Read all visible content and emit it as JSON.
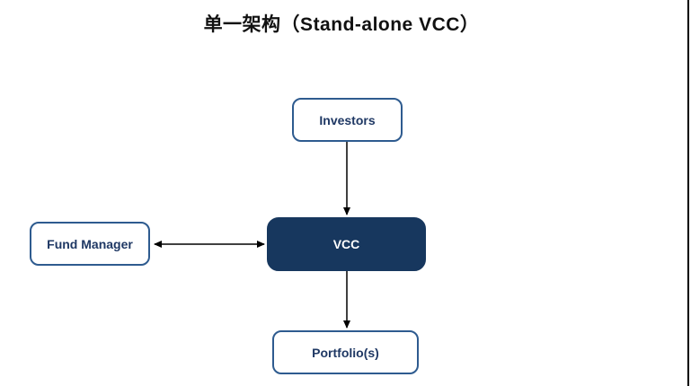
{
  "title": {
    "text": "单一架构（Stand-alone VCC）"
  },
  "diagram": {
    "nodes": {
      "investors": {
        "label": "Investors",
        "style": "outline"
      },
      "fund_manager": {
        "label": "Fund Manager",
        "style": "outline"
      },
      "vcc": {
        "label": "VCC",
        "style": "filled"
      },
      "portfolios": {
        "label": "Portfolio(s)",
        "style": "outline"
      }
    },
    "edges": [
      {
        "from": "investors",
        "to": "vcc",
        "arrow": "single",
        "direction": "down"
      },
      {
        "from": "fund_manager",
        "to": "vcc",
        "arrow": "double",
        "direction": "horizontal"
      },
      {
        "from": "vcc",
        "to": "portfolios",
        "arrow": "single",
        "direction": "down"
      }
    ],
    "colors": {
      "outline_node_border": "#2e5b8f",
      "outline_node_text": "#1f3864",
      "filled_node_background": "#17375e",
      "filled_node_text": "#ffffff",
      "arrow": "#000000",
      "title_text": "#111111",
      "page_border": "#000000"
    }
  }
}
